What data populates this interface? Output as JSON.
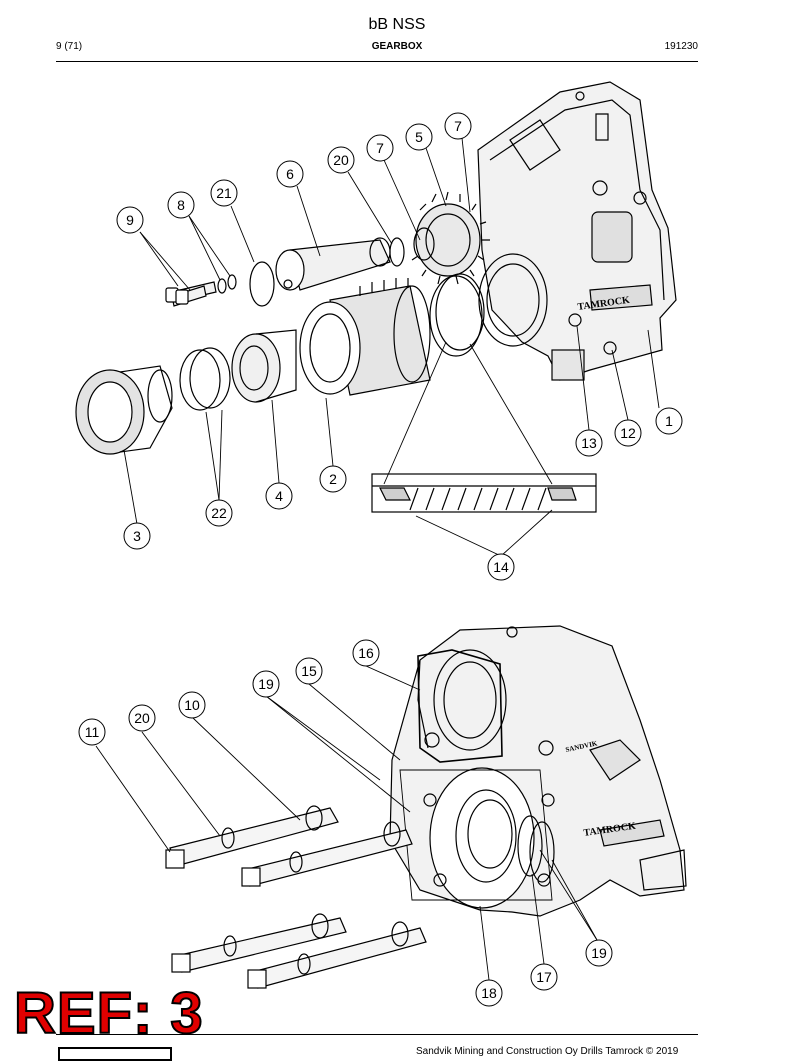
{
  "header": {
    "title": "bB NSS",
    "page": "9 (71)",
    "section": "GEARBOX",
    "doc_number": "191230"
  },
  "callouts_top": [
    "1",
    "2",
    "3",
    "4",
    "5",
    "6",
    "7",
    "7",
    "8",
    "9",
    "12",
    "13",
    "14",
    "20",
    "21",
    "22"
  ],
  "callouts_bottom": [
    "10",
    "11",
    "15",
    "16",
    "17",
    "18",
    "19",
    "19",
    "20"
  ],
  "brand_marks": [
    "TAMROCK",
    "SANDVIK",
    "TAMROCK"
  ],
  "stamp": "REF: 3",
  "footer": {
    "copyright": "Sandvik Mining and Construction Oy Drills Tamrock © 2019"
  }
}
